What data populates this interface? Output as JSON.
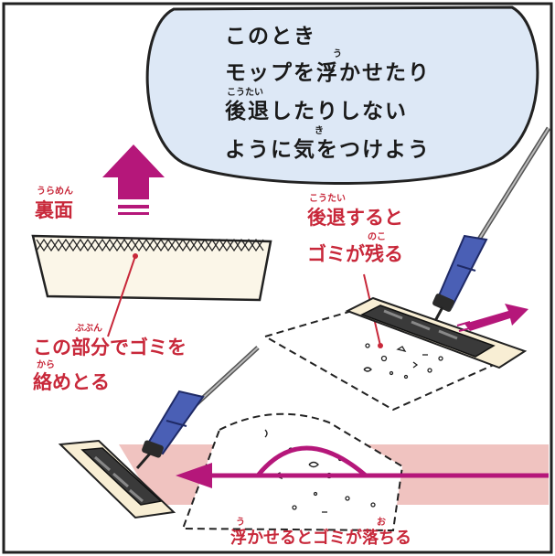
{
  "speech_bubble": {
    "lines": [
      "このとき",
      "モップを浮かせたり",
      "後退したりしない",
      "ように気をつけよう"
    ],
    "ruby": {
      "ukase": "う",
      "koutai": "こうたい",
      "ki": "き"
    }
  },
  "labels": {
    "uramen": "裏面",
    "uramen_ruby": "うらめん",
    "koutai_line1": "後退すると",
    "koutai_line2": "ゴミが残る",
    "koutai_ruby": "こうたい",
    "nokoru_ruby": "のこ",
    "bubun_line1": "この部分でゴミを",
    "bubun_line2": "絡めとる",
    "bubun_ruby": "ぶぶん",
    "kara_ruby": "から",
    "bottom": "浮かせるとゴミが落ちる",
    "ukase_ruby": "う",
    "ochiru_ruby": "お"
  },
  "colors": {
    "accent_magenta": "#b5177a",
    "label_red": "#c8283a",
    "bubble_fill": "#dde8f6",
    "floor_pink": "#f0c3c0",
    "mop_handle_blue": "#4a5fb5"
  }
}
